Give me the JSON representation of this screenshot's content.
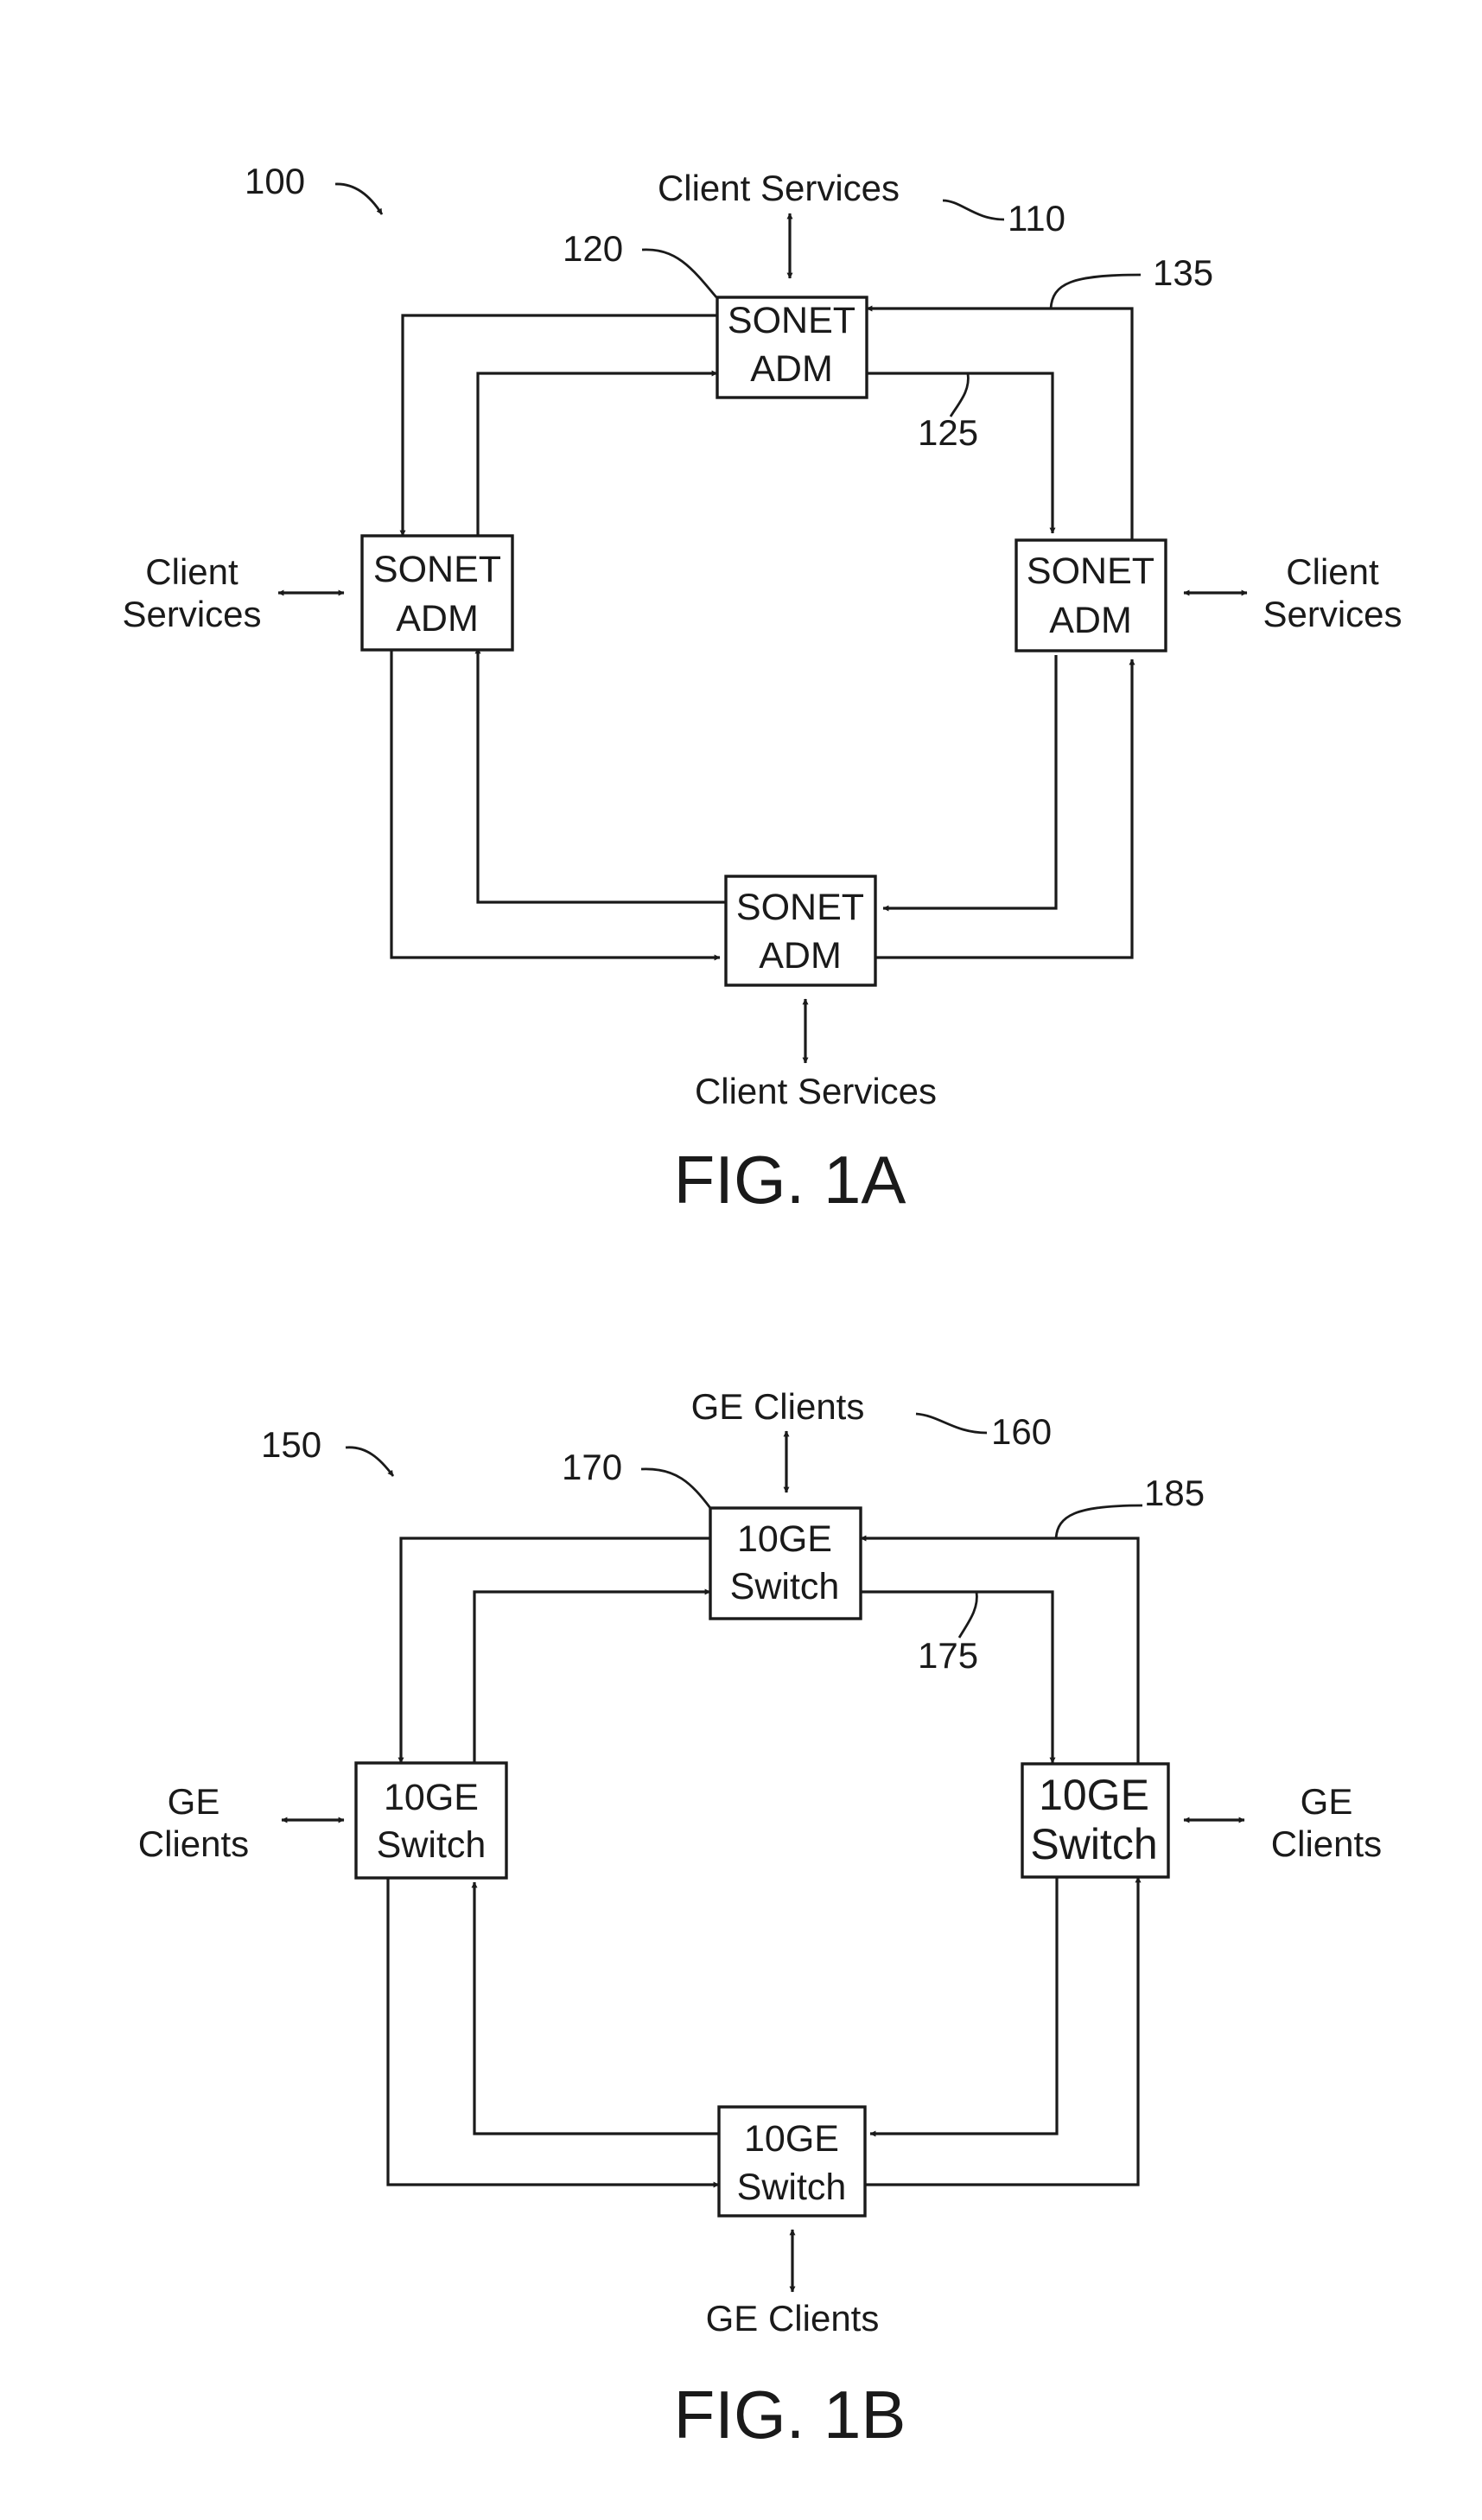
{
  "figures": [
    {
      "title": "FIG. 1A",
      "ref_system": "100",
      "ref_client": "110",
      "ref_node": "120",
      "ref_inner_ring": "125",
      "ref_outer_ring": "135",
      "nodes": {
        "top": [
          "SONET",
          "ADM"
        ],
        "left": [
          "SONET",
          "ADM"
        ],
        "right": [
          "SONET",
          "ADM"
        ],
        "bottom": [
          "SONET",
          "ADM"
        ]
      },
      "clients": {
        "top": [
          "Client Services"
        ],
        "left": [
          "Client",
          "Services"
        ],
        "right": [
          "Client",
          "Services"
        ],
        "bottom": [
          "Client Services"
        ]
      }
    },
    {
      "title": "FIG. 1B",
      "ref_system": "150",
      "ref_client": "160",
      "ref_node": "170",
      "ref_inner_ring": "175",
      "ref_outer_ring": "185",
      "nodes": {
        "top": [
          "10GE",
          "Switch"
        ],
        "left": [
          "10GE",
          "Switch"
        ],
        "right": [
          "10GE",
          "Switch"
        ],
        "bottom": [
          "10GE",
          "Switch"
        ]
      },
      "clients": {
        "top": [
          "GE Clients"
        ],
        "left": [
          "GE",
          "Clients"
        ],
        "right": [
          "GE",
          "Clients"
        ],
        "bottom": [
          "GE Clients"
        ]
      }
    }
  ]
}
